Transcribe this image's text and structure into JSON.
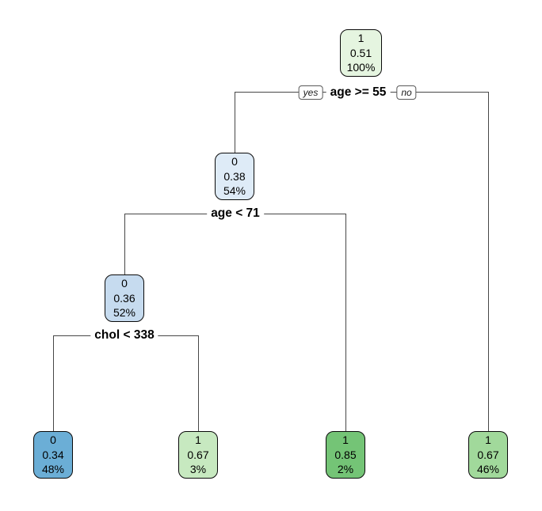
{
  "figure": {
    "kind": "decision-tree-plot",
    "background": "#ffffff",
    "branch_color": "#474747",
    "splits": [
      {
        "id": "age55",
        "label": "age >= 55",
        "yes_label": "yes",
        "no_label": "no"
      },
      {
        "id": "age71",
        "label": "age < 71"
      },
      {
        "id": "chol338",
        "label": "chol < 338"
      }
    ],
    "nodes": [
      {
        "id": "root",
        "class_label": "1",
        "prob": "0.51",
        "pct": "100%",
        "fill": "#e5f5e0",
        "role": "root"
      },
      {
        "id": "age55-yes",
        "class_label": "0",
        "prob": "0.38",
        "pct": "54%",
        "fill": "#deebf7",
        "role": "internal"
      },
      {
        "id": "age71-yes",
        "class_label": "0",
        "prob": "0.36",
        "pct": "52%",
        "fill": "#c6dbef",
        "role": "internal"
      },
      {
        "id": "chol-yes",
        "class_label": "0",
        "prob": "0.34",
        "pct": "48%",
        "fill": "#6baed6",
        "role": "leaf"
      },
      {
        "id": "chol-no",
        "class_label": "1",
        "prob": "0.67",
        "pct": "3%",
        "fill": "#c7e9c0",
        "role": "leaf"
      },
      {
        "id": "age71-no",
        "class_label": "1",
        "prob": "0.85",
        "pct": "2%",
        "fill": "#74c476",
        "role": "leaf"
      },
      {
        "id": "age55-no",
        "class_label": "1",
        "prob": "0.67",
        "pct": "46%",
        "fill": "#a1d99b",
        "role": "leaf"
      }
    ],
    "structure": {
      "root": {
        "split": "age >= 55",
        "yes_child": "age55-yes",
        "no_child": "age55-no"
      },
      "age55-yes": {
        "split": "age < 71",
        "yes_child": "age71-yes",
        "no_child": "age71-no"
      },
      "age71-yes": {
        "split": "chol < 338",
        "yes_child": "chol-yes",
        "no_child": "chol-no"
      }
    }
  }
}
